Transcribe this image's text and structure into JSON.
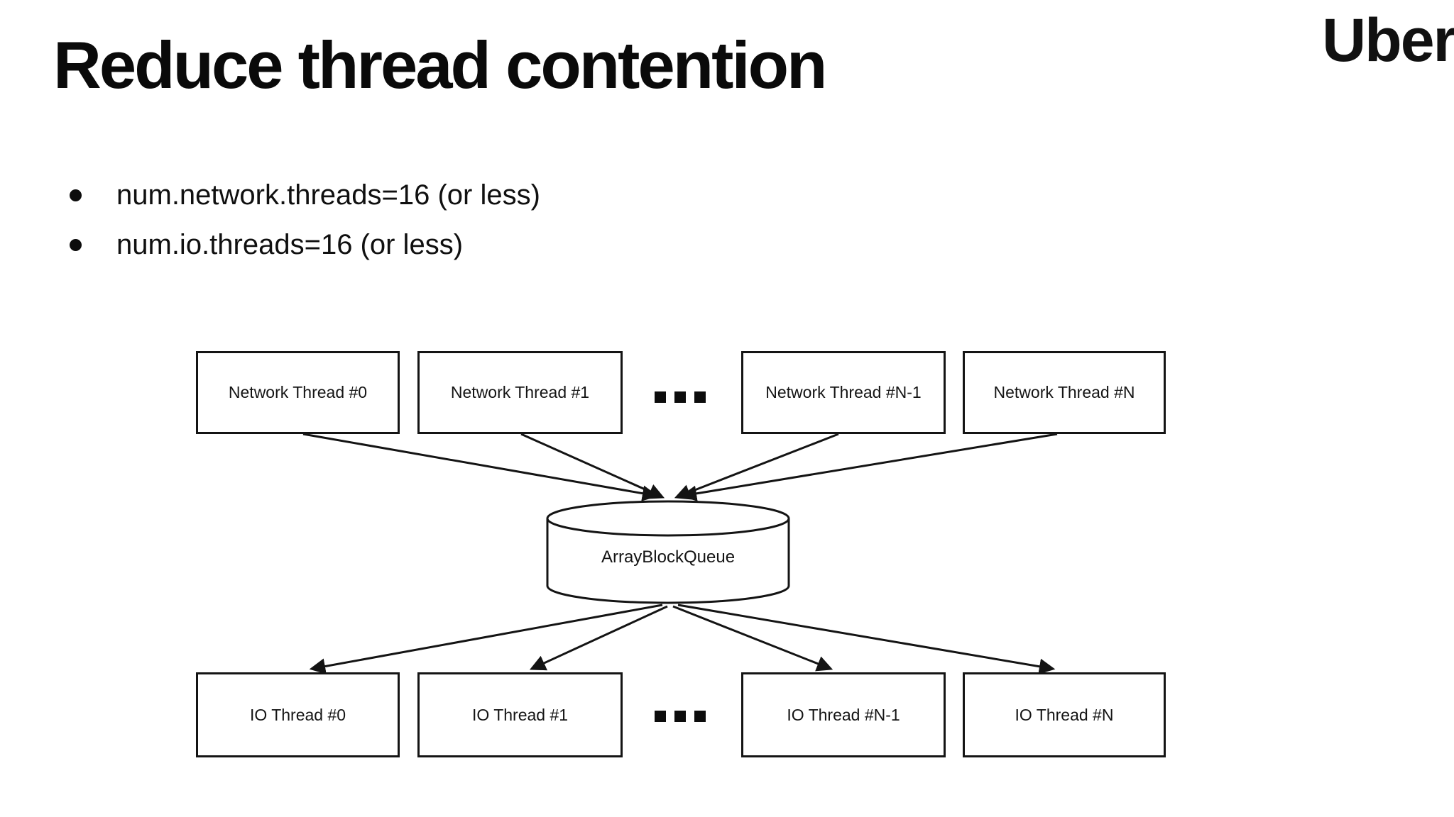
{
  "slide": {
    "title": "Reduce thread contention",
    "logo_text": "Uber",
    "bullets": [
      "num.network.threads=16 (or less)",
      "num.io.threads=16 (or less)"
    ]
  },
  "diagram": {
    "top_row": [
      "Network Thread #0",
      "Network Thread #1",
      "Network Thread #N-1",
      "Network Thread #N"
    ],
    "bottom_row": [
      "IO Thread #0",
      "IO Thread #1",
      "IO Thread #N-1",
      "IO Thread #N"
    ],
    "queue_label": "ArrayBlockQueue",
    "ellipsis_icon": "...",
    "line_color": "#141414",
    "box_fill": "#ffffff",
    "background": "#ffffff"
  }
}
